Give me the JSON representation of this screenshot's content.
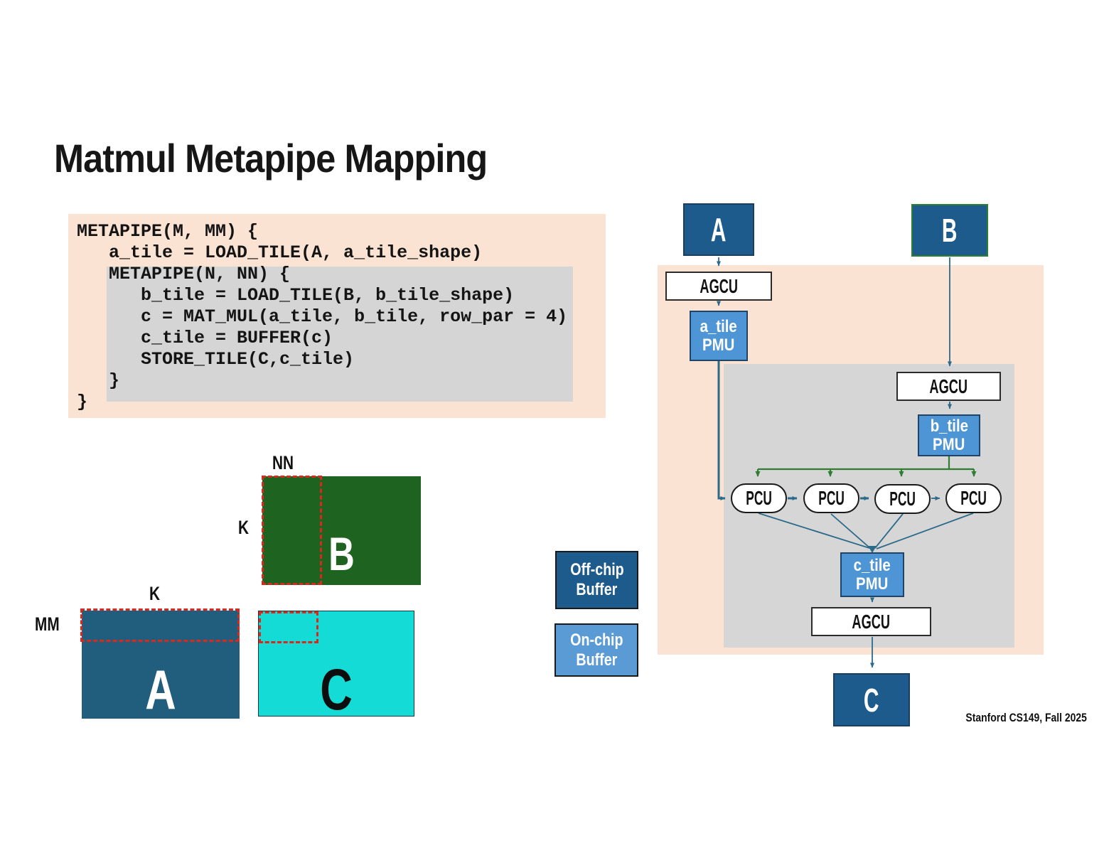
{
  "title": "Matmul Metapipe Mapping",
  "footer": "Stanford CS149, Fall 2025",
  "code": {
    "text": "METAPIPE(M, MM) {\n   a_tile = LOAD_TILE(A, a_tile_shape)\n   METAPIPE(N, NN) {\n      b_tile = LOAD_TILE(B, b_tile_shape)\n      c = MAT_MUL(a_tile, b_tile, row_par = 4)\n      c_tile = BUFFER(c)\n      STORE_TILE(C,c_tile)\n   }\n}"
  },
  "matrix_figure": {
    "labels": {
      "nn": "NN",
      "k_b": "K",
      "k_a": "K",
      "mm": "MM"
    },
    "a": {
      "name": "A",
      "color": "#215d7c"
    },
    "b": {
      "name": "B",
      "color": "#1f6320"
    },
    "c": {
      "name": "C",
      "color": "#14dbd6"
    },
    "tile_outline_color": "#d9291c"
  },
  "diagram": {
    "source_a": "A",
    "source_b": "B",
    "agcu_a": "AGCU",
    "agcu_b": "AGCU",
    "agcu_c": "AGCU",
    "a_tile_pmu": {
      "line1": "a_tile",
      "line2": "PMU"
    },
    "b_tile_pmu": {
      "line1": "b_tile",
      "line2": "PMU"
    },
    "c_tile_pmu": {
      "line1": "c_tile",
      "line2": "PMU"
    },
    "pcus": [
      "PCU",
      "PCU",
      "PCU",
      "PCU"
    ],
    "sink_c": "C",
    "colors": {
      "offchip_fill": "#1e5b8d",
      "onchip_fill": "#4e95d6",
      "panel_peach": "#fbe3d3",
      "panel_gray": "#d6d6d6",
      "arrow_blue": "#2b6a8a",
      "arrow_green": "#2e7d32"
    }
  },
  "legend": {
    "off_chip": {
      "line1": "Off-chip",
      "line2": "Buffer"
    },
    "on_chip": {
      "line1": "On-chip",
      "line2": "Buffer"
    }
  }
}
